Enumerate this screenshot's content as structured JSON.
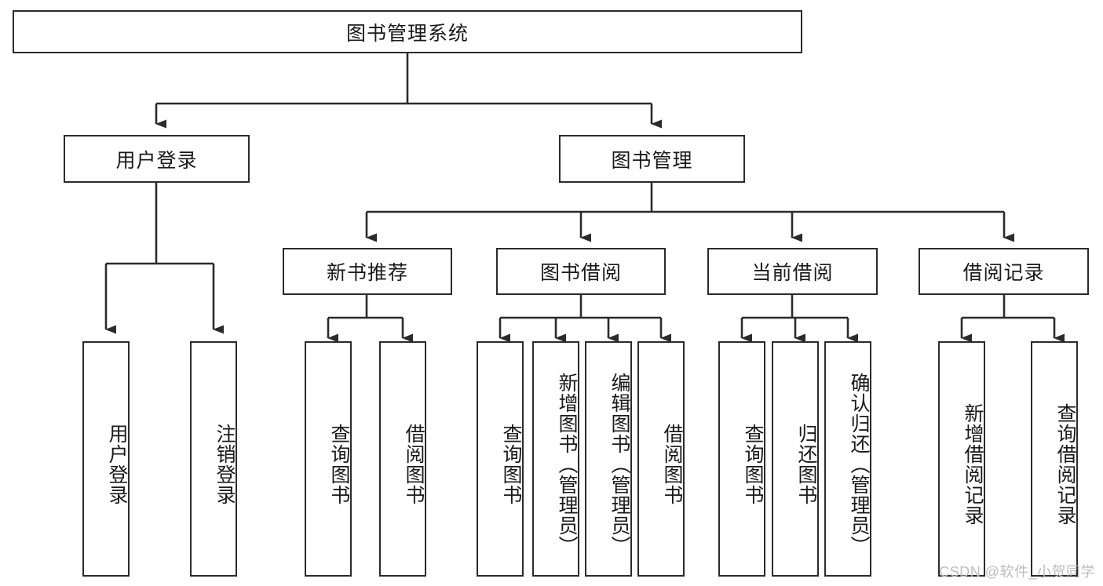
{
  "diagram": {
    "title": "图书管理系统",
    "type": "tree",
    "watermark": "CSDN @软件_小贺同学",
    "colors": {
      "box_stroke": "#2b2b2b",
      "box_fill": "#ffffff",
      "edge": "#2b2b2b",
      "text": "#1a1a1a",
      "watermark": "#bdbdbd",
      "background": "#ffffff"
    },
    "levels": {
      "root": {
        "id": "root",
        "label": "图书管理系统",
        "orientation": "horizontal"
      },
      "level1": [
        {
          "id": "user-login",
          "label": "用户登录",
          "orientation": "horizontal"
        },
        {
          "id": "book-manage",
          "label": "图书管理",
          "orientation": "horizontal"
        }
      ],
      "level2": [
        {
          "id": "new-book-rec",
          "label": "新书推荐",
          "orientation": "horizontal",
          "parent": "book-manage"
        },
        {
          "id": "book-borrow",
          "label": "图书借阅",
          "orientation": "horizontal",
          "parent": "book-manage"
        },
        {
          "id": "current-borrow",
          "label": "当前借阅",
          "orientation": "horizontal",
          "parent": "book-manage"
        },
        {
          "id": "borrow-record",
          "label": "借阅记录",
          "orientation": "horizontal",
          "parent": "book-manage"
        }
      ],
      "leaves": [
        {
          "id": "leaf-user-login",
          "label": "用户登录",
          "orientation": "vertical",
          "parent": "user-login"
        },
        {
          "id": "leaf-logout",
          "label": "注销登录",
          "orientation": "vertical",
          "parent": "user-login"
        },
        {
          "id": "leaf-query-book-1",
          "label": "查询图书",
          "orientation": "vertical",
          "parent": "new-book-rec"
        },
        {
          "id": "leaf-borrow-book-1",
          "label": "借阅图书",
          "orientation": "vertical",
          "parent": "new-book-rec"
        },
        {
          "id": "leaf-query-book-2",
          "label": "查询图书",
          "orientation": "vertical",
          "parent": "book-borrow"
        },
        {
          "id": "leaf-add-book",
          "label": "新增图书（管理员）",
          "orientation": "vertical",
          "parent": "book-borrow"
        },
        {
          "id": "leaf-edit-book",
          "label": "编辑图书（管理员）",
          "orientation": "vertical",
          "parent": "book-borrow"
        },
        {
          "id": "leaf-borrow-book-2",
          "label": "借阅图书",
          "orientation": "vertical",
          "parent": "book-borrow"
        },
        {
          "id": "leaf-query-book-3",
          "label": "查询图书",
          "orientation": "vertical",
          "parent": "current-borrow"
        },
        {
          "id": "leaf-return-book",
          "label": "归还图书",
          "orientation": "vertical",
          "parent": "current-borrow"
        },
        {
          "id": "leaf-confirm-return",
          "label": "确认归还（管理员）",
          "orientation": "vertical",
          "parent": "current-borrow"
        },
        {
          "id": "leaf-add-record",
          "label": "新增借阅记录",
          "orientation": "vertical",
          "parent": "borrow-record"
        },
        {
          "id": "leaf-query-record",
          "label": "查询借阅记录",
          "orientation": "vertical",
          "parent": "borrow-record"
        }
      ]
    }
  }
}
